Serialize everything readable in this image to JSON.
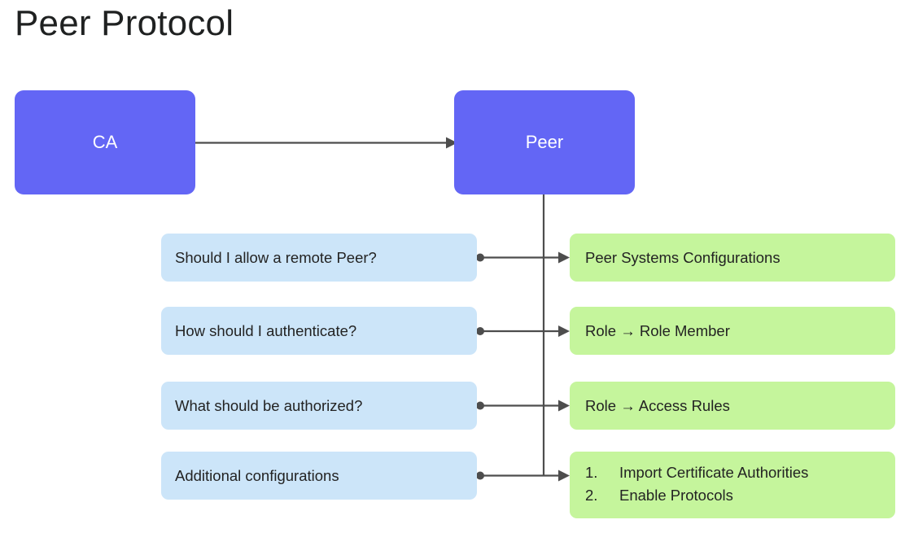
{
  "page": {
    "title": "Peer Protocol",
    "background": "#ffffff"
  },
  "colors": {
    "actor_fill": "#6366f5",
    "actor_text": "#ffffff",
    "question_fill": "#cce5f9",
    "answer_fill": "#c5f59c",
    "text": "#232323",
    "connector": "#4d4d4d"
  },
  "diagram": {
    "actors": [
      {
        "id": "ca",
        "label": "CA"
      },
      {
        "id": "peer",
        "label": "Peer"
      }
    ],
    "rows": [
      {
        "question": "Should I allow a remote Peer?",
        "answer": "Peer Systems Configurations",
        "answer_type": "text"
      },
      {
        "question": "How should I authenticate?",
        "answer": "Role → Role Member",
        "answer_type": "text"
      },
      {
        "question": "What should be authorized?",
        "answer": "Role → Access Rules",
        "answer_type": "text"
      },
      {
        "question": "Additional configurations",
        "answer_type": "list",
        "answer_items": [
          {
            "num": "1.",
            "text": "Import Certificate Authorities"
          },
          {
            "num": "2.",
            "text": "Enable Protocols"
          }
        ]
      }
    ]
  }
}
